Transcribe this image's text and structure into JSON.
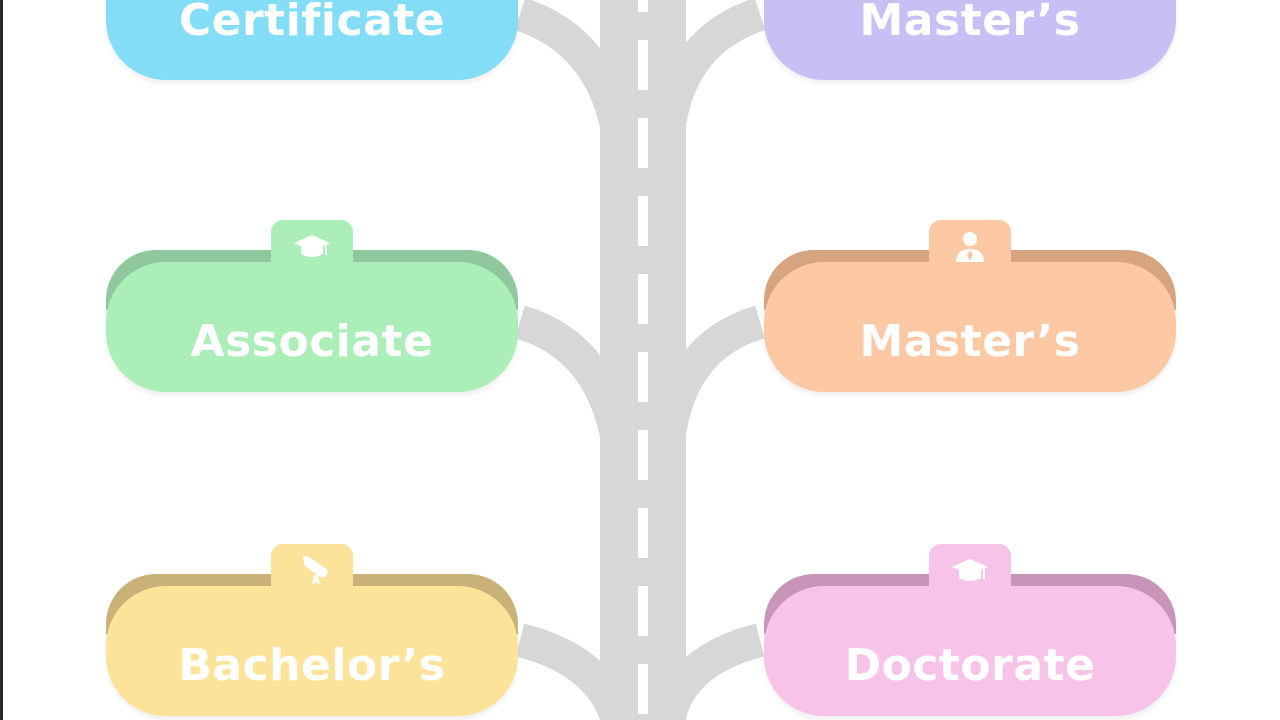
{
  "degrees": {
    "certificate": "Certificate",
    "masters_top": "Master’s",
    "associate": "Associate",
    "masters_mid": "Master’s",
    "bachelors": "Bachelor’s",
    "doctorate": "Doctorate"
  },
  "icons": {
    "associate": "graduation-cap-icon",
    "masters_mid": "person-icon",
    "bachelors": "diploma-scroll-icon",
    "doctorate": "graduation-cap-icon"
  },
  "colors": {
    "road": "#d7d7d7",
    "lane_marking": "#ffffff",
    "certificate": "#84ddf7",
    "masters_top": "#c9bff5",
    "associate": "#abeeb8",
    "masters_mid": "#fcc9a4",
    "bachelors": "#fbe39a",
    "doctorate": "#f8c3e8"
  }
}
